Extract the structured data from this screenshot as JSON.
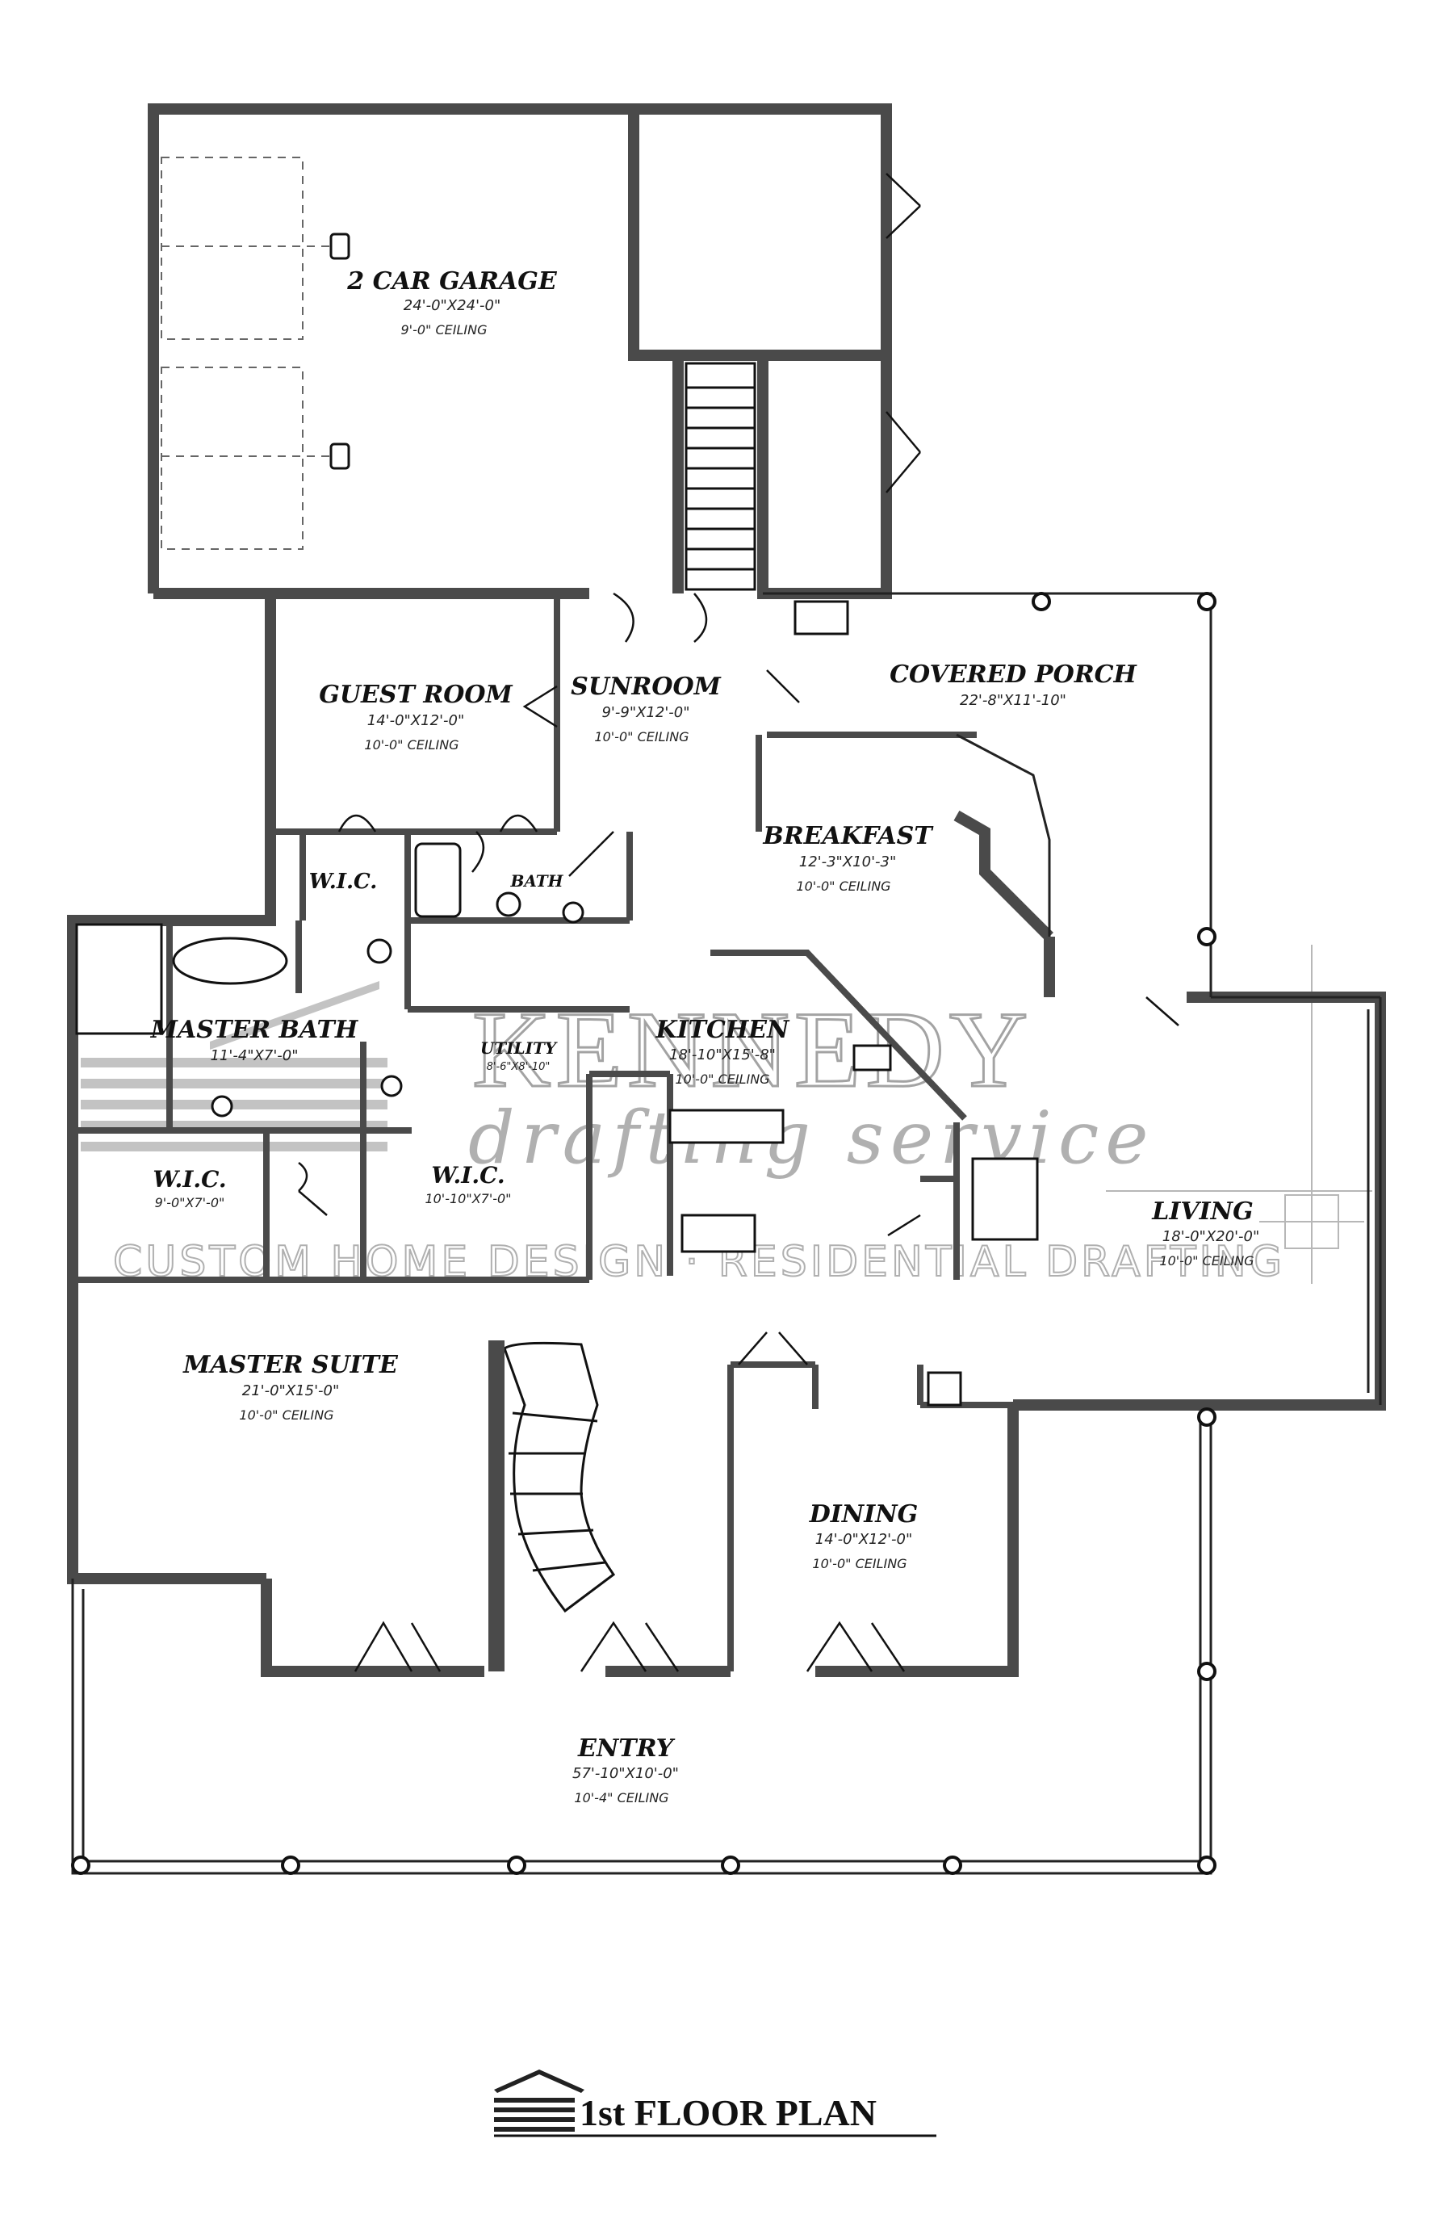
{
  "rooms": {
    "garage": {
      "name": "2 CAR GARAGE",
      "dims": "24'-0\"X24'-0\"",
      "ceiling": "9'-0\"  CEILING"
    },
    "guest_room": {
      "name": "GUEST ROOM",
      "dims": "14'-0\"X12'-0\"",
      "ceiling": "10'-0\"  CEILING"
    },
    "sunroom": {
      "name": "SUNROOM",
      "dims": "9'-9\"X12'-0\"",
      "ceiling": "10'-0\"  CEILING"
    },
    "covered_porch": {
      "name": "COVERED PORCH",
      "dims": "22'-8\"X11'-10\""
    },
    "breakfast": {
      "name": "BREAKFAST",
      "dims": "12'-3\"X10'-3\"",
      "ceiling": "10'-0\"  CEILING"
    },
    "wic_guest": {
      "name": "W.I.C."
    },
    "bath": {
      "name": "BATH"
    },
    "utility": {
      "name": "UTILITY",
      "dims": "8'-6\"X8'-10\""
    },
    "master_bath": {
      "name": "MASTER BATH",
      "dims": "11'-4\"X7'-0\""
    },
    "kitchen": {
      "name": "KITCHEN",
      "dims": "18'-10\"X15'-8\"",
      "ceiling": "10'-0\"  CEILING"
    },
    "wic_master_1": {
      "name": "W.I.C.",
      "dims": "9'-0\"X7'-0\""
    },
    "wic_master_2": {
      "name": "W.I.C.",
      "dims": "10'-10\"X7'-0\""
    },
    "living": {
      "name": "LIVING",
      "dims": "18'-0\"X20'-0\"",
      "ceiling": "10'-0\"  CEILING"
    },
    "master_suite": {
      "name": "MASTER SUITE",
      "dims": "21'-0\"X15'-0\"",
      "ceiling": "10'-0\"  CEILING"
    },
    "dining": {
      "name": "DINING",
      "dims": "14'-0\"X12'-0\"",
      "ceiling": "10'-0\"  CEILING"
    },
    "entry": {
      "name": "ENTRY",
      "dims": "57'-10\"X10'-0\"",
      "ceiling": "10'-4\"  CEILING"
    }
  },
  "watermark": {
    "company": "KENNEDY",
    "tagline": "drafting service",
    "services": "CUSTOM HOME DESIGN · RESIDENTIAL DRAFTING"
  },
  "plan_title": "1st FLOOR PLAN",
  "colors": {
    "wall": "#4a4a4a",
    "wall_stroke": "#111111",
    "watermark": "#9a9a9a"
  }
}
